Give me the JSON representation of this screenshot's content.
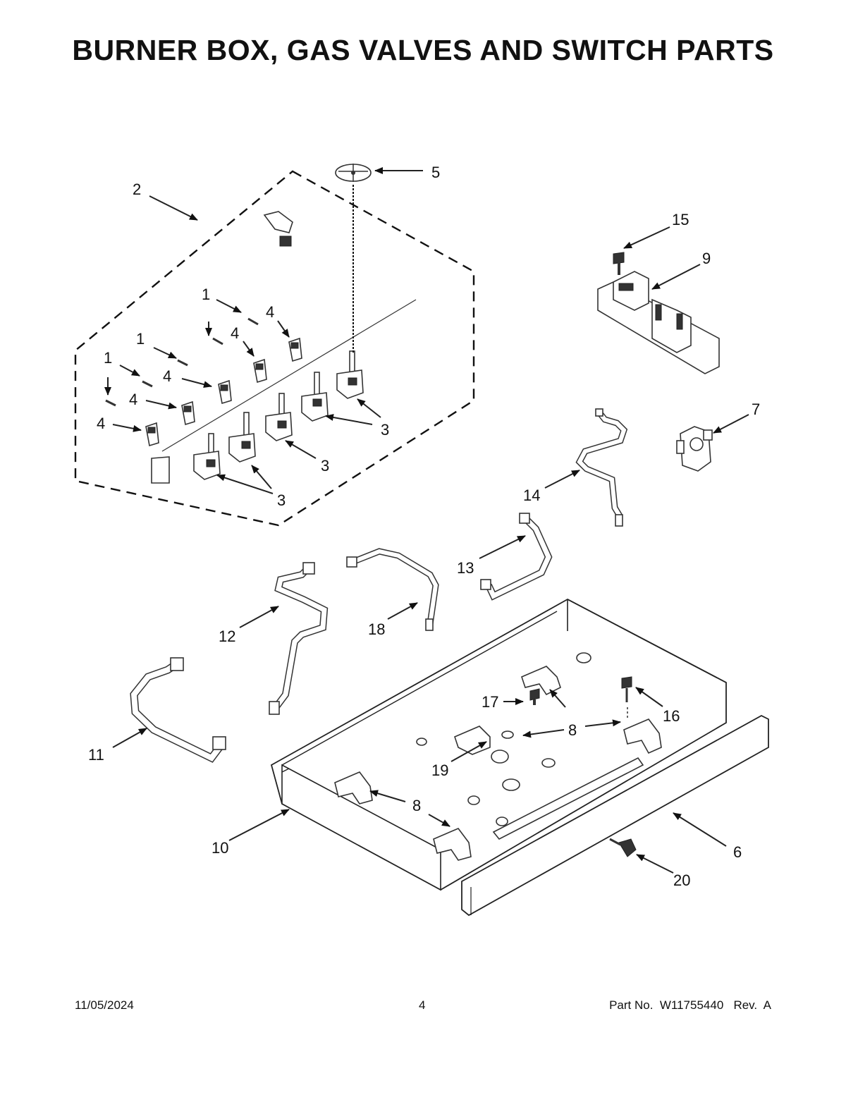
{
  "title": "BURNER BOX, GAS VALVES AND SWITCH PARTS",
  "footer": {
    "date": "11/05/2024",
    "page": "4",
    "part": "Part No.  W11755440   Rev.  A"
  },
  "callouts": [
    "1",
    "1",
    "1",
    "1",
    "2",
    "3",
    "3",
    "3",
    "3",
    "4",
    "4",
    "4",
    "4",
    "4",
    "4",
    "5",
    "6",
    "7",
    "8",
    "8",
    "8",
    "9",
    "10",
    "11",
    "12",
    "13",
    "14",
    "15",
    "16",
    "17",
    "18",
    "19",
    "20"
  ]
}
